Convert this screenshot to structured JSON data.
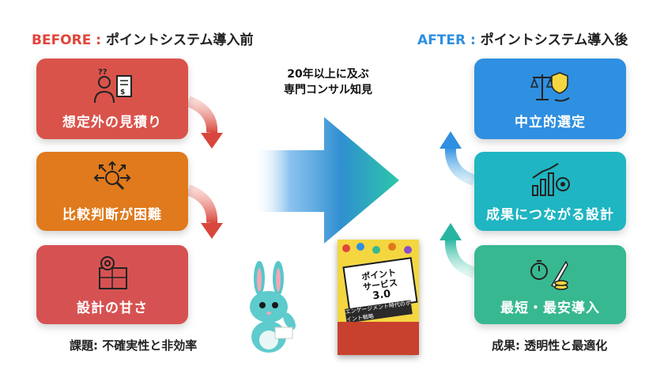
{
  "before": {
    "prefix": "BEFORE :",
    "title": " ポイントシステム導入前",
    "cards": [
      {
        "label": "想定外の見積り",
        "icon": "confused-person-invoice-icon"
      },
      {
        "label": "比較判断が困難",
        "icon": "compare-arrows-magnifier-icon"
      },
      {
        "label": "設計の甘さ",
        "icon": "gear-blueprint-icon"
      }
    ],
    "caption": "課題: 不確実性と非効率"
  },
  "after": {
    "prefix": "AFTER :",
    "title": " ポイントシステム導入後",
    "cards": [
      {
        "label": "中立的選定",
        "icon": "scale-shield-hand-icon"
      },
      {
        "label": "成果につながる設計",
        "icon": "growth-chart-target-icon"
      },
      {
        "label": "最短・最安導入",
        "icon": "stopwatch-rocket-coins-icon"
      }
    ],
    "caption": "成果: 透明性と最適化"
  },
  "center": {
    "line1": "20年以上に及ぶ",
    "line2": "専門コンサル知見"
  },
  "book": {
    "title_line1": "ポイント",
    "title_line2": "サービス",
    "title_line3": "3.0",
    "subtitle": "エンゲージメント時代のポイント戦略"
  },
  "colors": {
    "before_card1": "#d9534a",
    "before_card2": "#e07a1c",
    "before_card3": "#d65252",
    "after_card1": "#2f8fe0",
    "after_card2": "#1fb5c2",
    "after_card3": "#37b890",
    "before_heading": "#e0453a",
    "after_heading": "#2f8fe0"
  }
}
